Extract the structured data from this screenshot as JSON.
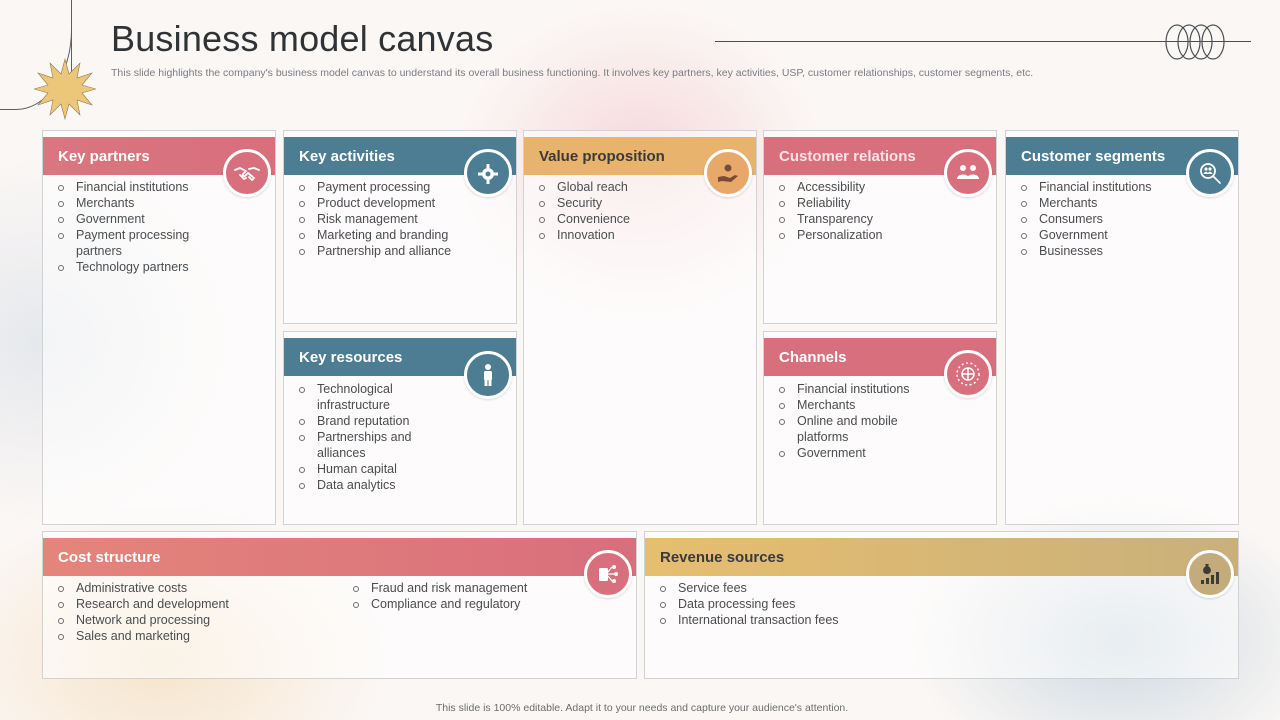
{
  "slide": {
    "title": "Business model canvas",
    "subtitle": "This slide highlights the company's business model canvas to understand its overall business functioning. It involves key partners, key activities, USP,  customer relationships, customer segments, etc.",
    "footer": "This slide is 100% editable.  Adapt it to your needs and capture your audience's attention."
  },
  "colors": {
    "rose": "#d86f7c",
    "teal": "#4d7d92",
    "amber": "#e7b36d",
    "gold": "#d9bd6b",
    "tan": "#c4ab7c"
  },
  "blocks": {
    "key_partners": {
      "title": "Key partners",
      "icon": "handshake-icon",
      "items": [
        "Financial institutions",
        "Merchants",
        "Government",
        "Payment processing partners",
        "Technology partners"
      ]
    },
    "key_activities": {
      "title": "Key activities",
      "icon": "gear-icon",
      "items": [
        "Payment processing",
        "Product development",
        "Risk management",
        "Marketing and branding",
        "Partnership and alliance"
      ]
    },
    "value_proposition": {
      "title": "Value proposition",
      "icon": "hand-coin-icon",
      "items": [
        "Global reach",
        "Security",
        "Convenience",
        "Innovation"
      ]
    },
    "customer_relations": {
      "title": "Customer relations",
      "icon": "people-icon",
      "items": [
        "Accessibility",
        "Reliability",
        "Transparency",
        "Personalization"
      ]
    },
    "customer_segments": {
      "title": "Customer segments",
      "icon": "magnifier-people-icon",
      "items": [
        "Financial institutions",
        "Merchants",
        "Consumers",
        "Government",
        "Businesses"
      ]
    },
    "key_resources": {
      "title": "Key resources",
      "icon": "person-icon",
      "items": [
        "Technological infrastructure",
        "Brand reputation",
        "Partnerships and alliances",
        "Human capital",
        "Data analytics"
      ]
    },
    "channels": {
      "title": "Channels",
      "icon": "globe-network-icon",
      "items": [
        "Financial institutions",
        "Merchants",
        "Online and mobile platforms",
        "Government"
      ]
    },
    "cost_structure": {
      "title": "Cost structure",
      "icon": "cost-flow-icon",
      "items_left": [
        "Administrative costs",
        "Research and development",
        "Network and processing",
        "Sales and marketing"
      ],
      "items_right": [
        "Fraud and risk management",
        "Compliance and regulatory"
      ]
    },
    "revenue_sources": {
      "title": "Revenue sources",
      "icon": "money-bag-chart-icon",
      "items": [
        "Service fees",
        "Data processing fees",
        "International transaction fees"
      ]
    }
  }
}
